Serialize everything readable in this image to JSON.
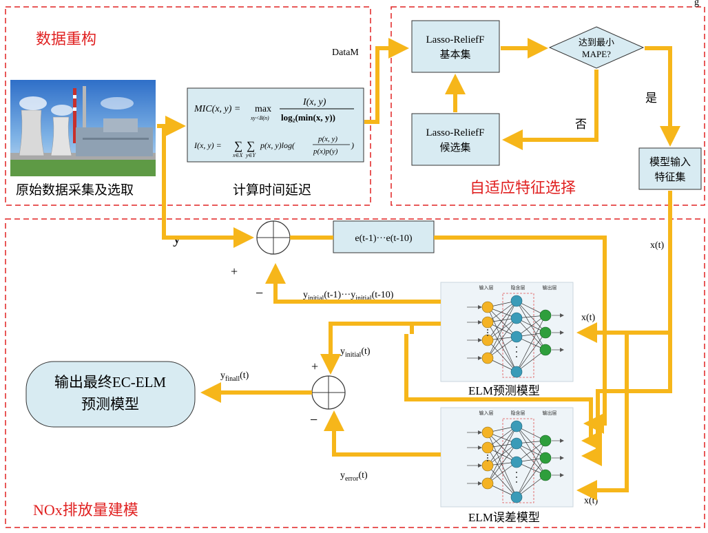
{
  "sections": {
    "data_reconstruction": "数据重构",
    "adaptive_feature_selection": "自适应特征选择",
    "nox_modeling": "NOx排放量建模"
  },
  "photo_caption": "原始数据采集及选取",
  "mic_box": {
    "caption": "计算时间延迟",
    "mic_lhs": "MIC(x, y) =",
    "mic_max": "max",
    "mic_sub": "xy<B(n)",
    "mic_num": "I(x, y)",
    "mic_den": "log₂(min(x, y))",
    "mi_lhs": "I(x, y) =",
    "mi_sum1": "∑",
    "mi_sub1": "x∈X",
    "mi_sum2": "∑",
    "mi_sub2": "y∈Y",
    "mi_term": "p(x, y)log(",
    "mi_num": "p(x, y)",
    "mi_den": "p(x)p(y)",
    "mi_close": ")"
  },
  "labels": {
    "data_m": "DataM",
    "top_cut": "g",
    "yes": "是",
    "no": "否",
    "y": "y",
    "plus": "+",
    "minus": "−",
    "xt_right": "x(t)",
    "xt_mid": "x(t)",
    "xt_bottom": "x(t)",
    "y_initial_lag_a": "y",
    "y_initial_lag_a_sub": "initial",
    "y_initial_lag_a_tail": "(t-1)···y",
    "y_initial_lag_b_sub": "initial",
    "y_initial_lag_b_tail": "(t-10)",
    "y_initial_t": "y",
    "y_initial_t_sub": "initial",
    "y_initial_t_tail": "(t)",
    "y_final": "y",
    "y_final_sub": "finall",
    "y_final_tail": "(t)",
    "y_error": "y",
    "y_error_sub": "error",
    "y_error_tail": "(t)"
  },
  "boxes": {
    "basic_set_line1": "Lasso-ReliefF",
    "basic_set_line2": "基本集",
    "candidate_set_line1": "Lasso-ReliefF",
    "candidate_set_line2": "候选集",
    "decision_line1": "达到最小",
    "decision_line2": "MAPE?",
    "model_input_line1": "模型输入",
    "model_input_line2": "特征集",
    "error_lag": "e(t-1)···e(t-10)",
    "output_line1": "输出最终EC-ELM",
    "output_line2": "预测模型"
  },
  "models": {
    "prediction_caption": "ELM预测模型",
    "error_caption": "ELM误差模型",
    "layer_input": "输入层",
    "layer_hidden": "隐含层",
    "layer_output": "输出层"
  },
  "colors": {
    "flow": "#F6B61A",
    "box_fill": "#D8EBF2",
    "section_border": "#E02020",
    "section_text": "#E02020",
    "node_input": "#F4B325",
    "node_hidden": "#3A9BB8",
    "node_output": "#2E9E3C"
  }
}
